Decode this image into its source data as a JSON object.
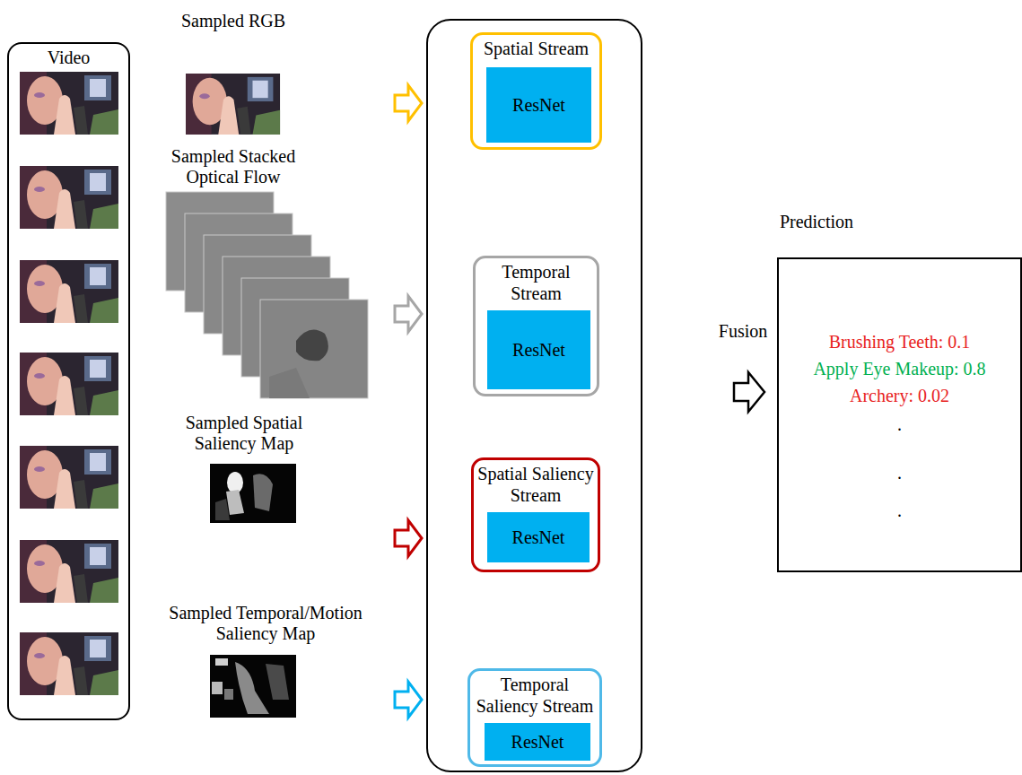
{
  "diagram": {
    "nodes": [
      {
        "text": [
          "Video"
        ]
      },
      {
        "text": [
          "Spatial Stream"
        ]
      },
      {
        "text": [
          "ResNet"
        ],
        "in": 1
      },
      {
        "text": [
          "Temporal Stream"
        ]
      },
      {
        "text": [
          "ResNet"
        ],
        "in": 3
      },
      {
        "text": [
          "Spatial Saliency Stream"
        ]
      },
      {
        "text": [
          "ResNet"
        ],
        "in": 5
      },
      {
        "text": [
          "Temporal Saliency Stream"
        ]
      },
      {
        "text": [
          "ResNet"
        ],
        "in": 7
      },
      {
        "text": [
          "Prediction",
          "Brushing Teeth: 0.1",
          "Apply Eye Makeup: 0.8",
          "Archery: 0.02",
          ".",
          ".",
          "."
        ]
      }
    ],
    "labels": [
      "Sampled RGB",
      "Sampled Stacked Optical Flow",
      "Sampled Spatial Saliency Map",
      "Sampled Temporal/Motion Saliency Map",
      "Fusion"
    ]
  }
}
